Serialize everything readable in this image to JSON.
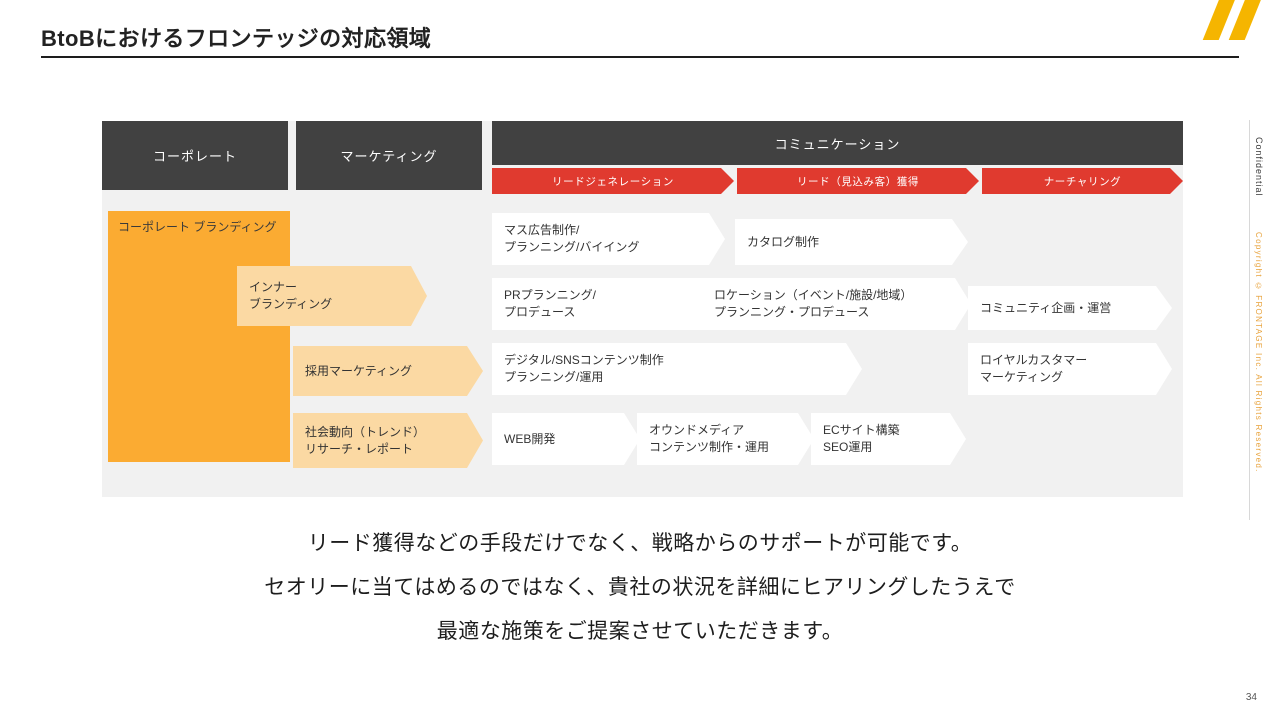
{
  "slide": {
    "title": "BtoBにおけるフロンテッジの対応領域",
    "page_number": "34",
    "confidential_label": "Confidential",
    "copyright": "Copyright © FRONTAGE Inc. All Rights Reserved.",
    "accent_colors": {
      "brand_yellow": "#f5b500",
      "header_dark": "#414141",
      "chevron_red": "#e03a2f",
      "orange_solid": "#fbab32",
      "orange_light": "#fbd9a3",
      "panel_bg": "#f1f1f1"
    }
  },
  "diagram": {
    "column_headers": [
      {
        "label": "コーポレート"
      },
      {
        "label": "マーケティング"
      },
      {
        "label": "コミュニケーション"
      }
    ],
    "stage_chevrons": [
      {
        "label": "リードジェネレーション"
      },
      {
        "label": "リード（見込み客）獲得"
      },
      {
        "label": "ナーチャリング"
      }
    ],
    "corporate_block": {
      "label": "コーポレート\nブランディング"
    },
    "marketing_items": [
      {
        "label": "インナー\nブランディング"
      },
      {
        "label": "採用マーケティング"
      },
      {
        "label": "社会動向（トレンド）\nリサーチ・レポート"
      }
    ],
    "communication_items": [
      {
        "label": "マス広告制作/\nプランニング/バイイング"
      },
      {
        "label": "カタログ制作"
      },
      {
        "label": "PRプランニング/\nプロデュース"
      },
      {
        "label": "ロケーション（イベント/施設/地域）\nプランニング・プロデュース"
      },
      {
        "label": "コミュニティ企画・運営"
      },
      {
        "label": "デジタル/SNSコンテンツ制作\nプランニング/運用"
      },
      {
        "label": "ロイヤルカスタマー\nマーケティング"
      },
      {
        "label": "WEB開発"
      },
      {
        "label": "オウンドメディア\nコンテンツ制作・運用"
      },
      {
        "label": "ECサイト構築\nSEO運用"
      }
    ]
  },
  "footer_lines": [
    "リード獲得などの手段だけでなく、戦略からのサポートが可能です。",
    "セオリーに当てはめるのではなく、貴社の状況を詳細にヒアリングしたうえで",
    "最適な施策をご提案させていただきます。"
  ]
}
